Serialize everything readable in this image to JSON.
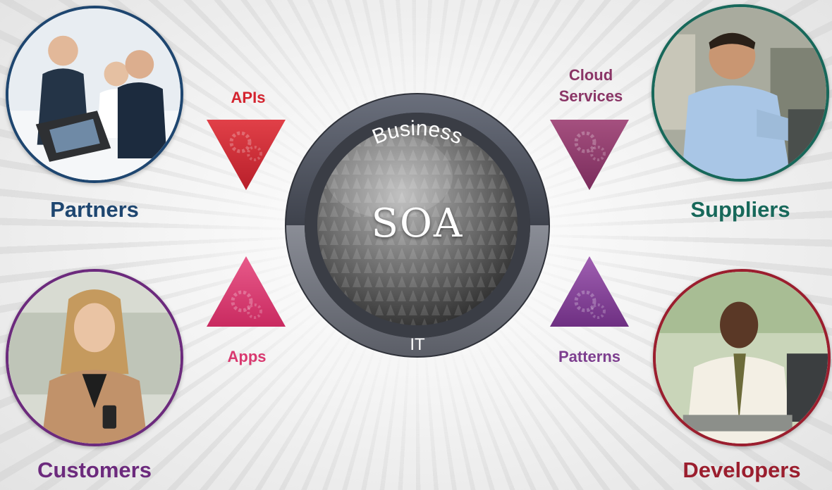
{
  "hub": {
    "center_label": "SOA",
    "top_label": "Business",
    "bottom_label": "IT"
  },
  "connectors": {
    "apis": {
      "label": "APIs",
      "color": "#d4242f"
    },
    "cloud_services": {
      "label": "Cloud\nServices",
      "color": "#8a3566"
    },
    "apps": {
      "label": "Apps",
      "color": "#d9386f"
    },
    "patterns": {
      "label": "Patterns",
      "color": "#7d3e8f"
    }
  },
  "personas": {
    "partners": {
      "label": "Partners",
      "color": "#1e4670"
    },
    "suppliers": {
      "label": "Suppliers",
      "color": "#17685a"
    },
    "customers": {
      "label": "Customers",
      "color": "#6c2a7d"
    },
    "developers": {
      "label": "Developers",
      "color": "#9b1e2e"
    }
  }
}
